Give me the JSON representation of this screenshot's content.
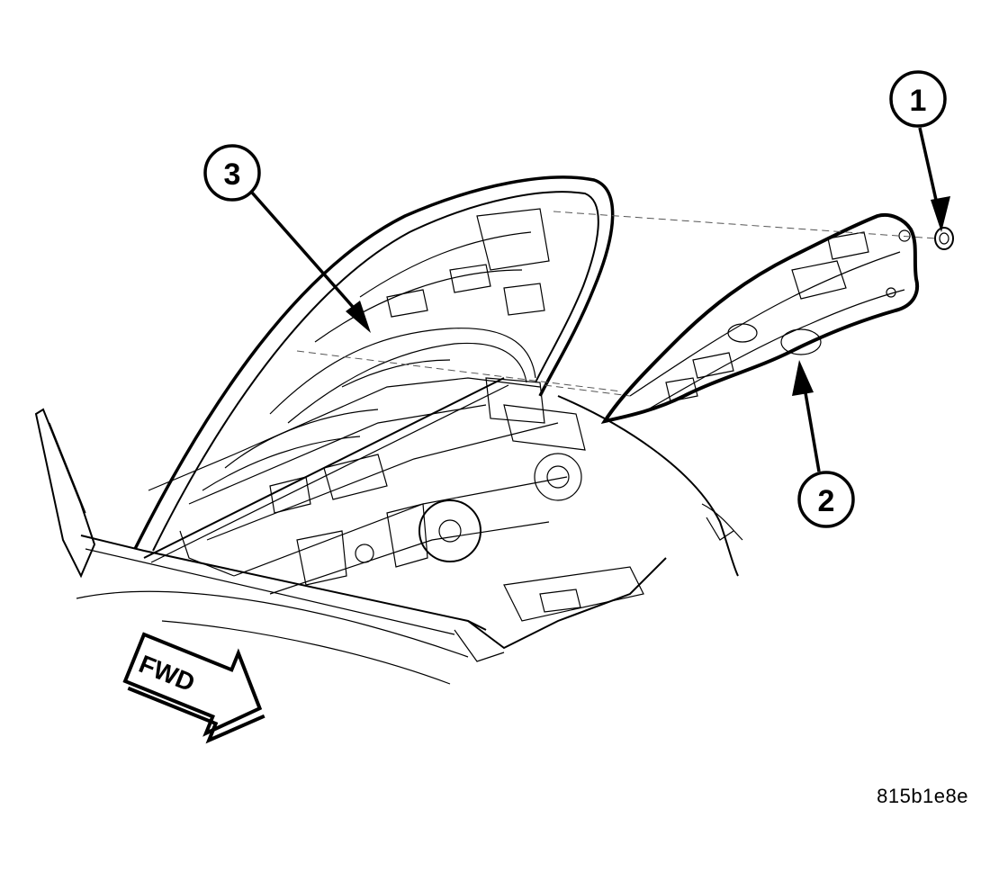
{
  "diagram": {
    "callouts": [
      {
        "id": "1",
        "label": "1"
      },
      {
        "id": "2",
        "label": "2"
      },
      {
        "id": "3",
        "label": "3"
      }
    ],
    "direction_indicator": "FWD",
    "figure_id": "815b1e8e"
  }
}
